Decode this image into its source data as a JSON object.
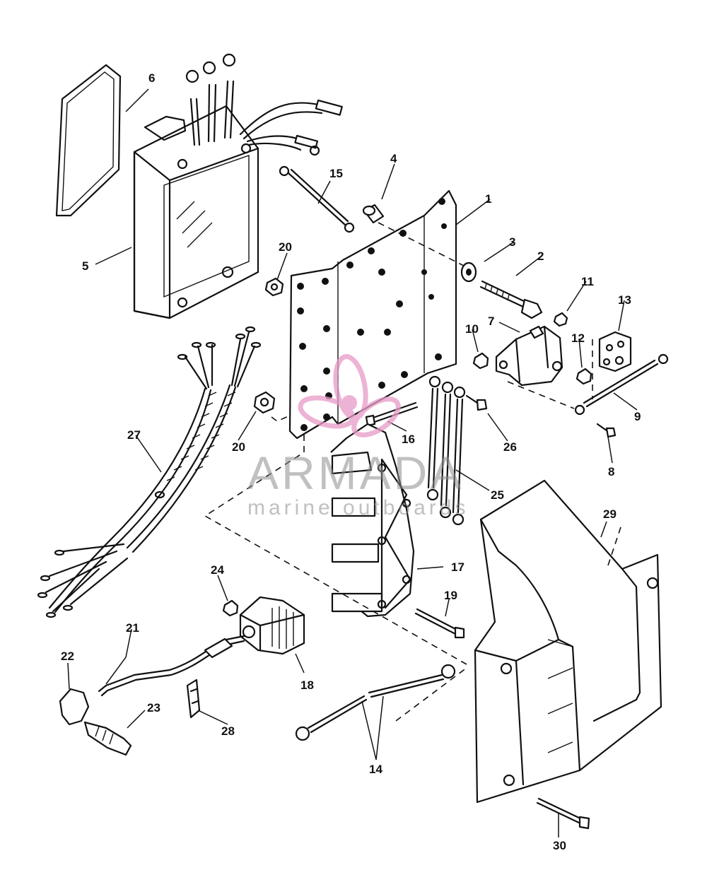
{
  "callouts": {
    "c1": "1",
    "c2": "2",
    "c3": "3",
    "c4": "4",
    "c5": "5",
    "c6": "6",
    "c7": "7",
    "c8": "8",
    "c9": "9",
    "c10": "10",
    "c11": "11",
    "c12": "12",
    "c13": "13",
    "c14": "14",
    "c15": "15",
    "c16": "16",
    "c17": "17",
    "c18": "18",
    "c19": "19",
    "c20a": "20",
    "c20b": "20",
    "c21": "21",
    "c22": "22",
    "c23": "23",
    "c24": "24",
    "c25": "25",
    "c26": "26",
    "c27": "27",
    "c28": "28",
    "c29": "29",
    "c30": "30"
  },
  "watermark": {
    "title": "ARMADA",
    "subtitle": "marine outboards",
    "logo_icon": "propeller-logo-icon",
    "logo_color": "#e79ac6",
    "text_color": "#8d8d8d"
  }
}
